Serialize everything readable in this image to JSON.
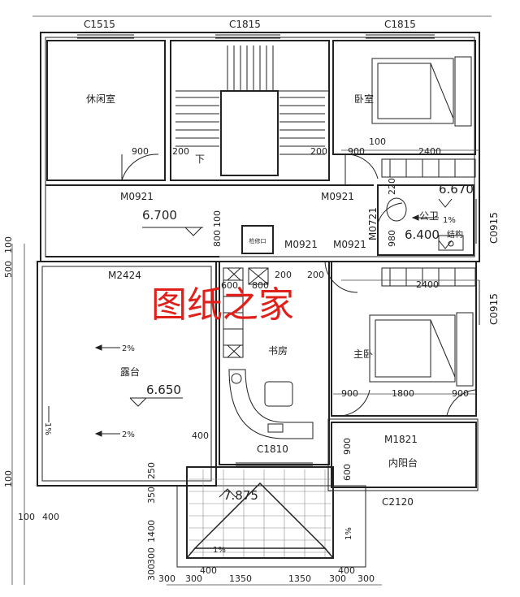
{
  "drawing": {
    "rooms": {
      "leisure": "休闲室",
      "bedroom": "卧室",
      "bathroom": "公卫",
      "master_bedroom": "主卧",
      "study": "书房",
      "terrace": "露台",
      "inner_balcony": "内阳台",
      "stair_down": "下",
      "structure": "结构",
      "vent": "检修口"
    },
    "window_codes": {
      "top_left": "C1515",
      "top_mid": "C1815",
      "top_right": "C1815",
      "right_upper": "C0915",
      "right_lower": "C0915",
      "study_bottom": "C1810",
      "bottom_right": "C2120"
    },
    "door_codes": {
      "leisure": "M0921",
      "bedroom": "M0921",
      "bath_side": "M0721",
      "study_mid": "M0921",
      "study_right": "M0921",
      "terrace": "M2424",
      "balcony": "M1821"
    },
    "elevations": {
      "hall": "6.700",
      "bath_a": "6.670",
      "bath_b": "6.400",
      "terrace": "6.650",
      "porch": "7.875"
    },
    "slopes": {
      "bath": "1%",
      "terrace_top": "2%",
      "terrace_bottom": "2%",
      "terrace_left": "1%",
      "porch_left": "1%",
      "porch_right": "1%"
    },
    "dimensions": {
      "d900_leisure": "900",
      "d200_leisure": "200",
      "d200_stair": "200",
      "d900_bedroom": "900",
      "d100_bedroom": "100",
      "d2400_bedroom": "2400",
      "d220": "220",
      "d980": "980",
      "d800": "800",
      "d100_vent": "100",
      "d600_study": "600",
      "d800_study": "800",
      "d200_study_a": "200",
      "d200_study_b": "200",
      "d2400_master": "2400",
      "d900_master_l": "900",
      "d1800_master": "1800",
      "d900_master_r": "900",
      "d900_balcony": "900",
      "d600_balcony": "600",
      "d400_study": "400",
      "d500_left": "500",
      "d100_left_a": "100",
      "d250": "250",
      "d350": "350",
      "d1400": "1400",
      "d300_a": "300",
      "d300_b": "300",
      "d100_left_b": "100",
      "d100_bottom": "100",
      "d400_bottom": "400",
      "b300_a": "300",
      "b300_b": "300",
      "b1350_a": "1350",
      "b1350_b": "1350",
      "b300_c": "300",
      "b300_d": "300",
      "b400_a": "400",
      "b400_b": "400"
    },
    "watermark": "图纸之家",
    "line_color": "#222222",
    "watermark_color": "#e0201a"
  }
}
